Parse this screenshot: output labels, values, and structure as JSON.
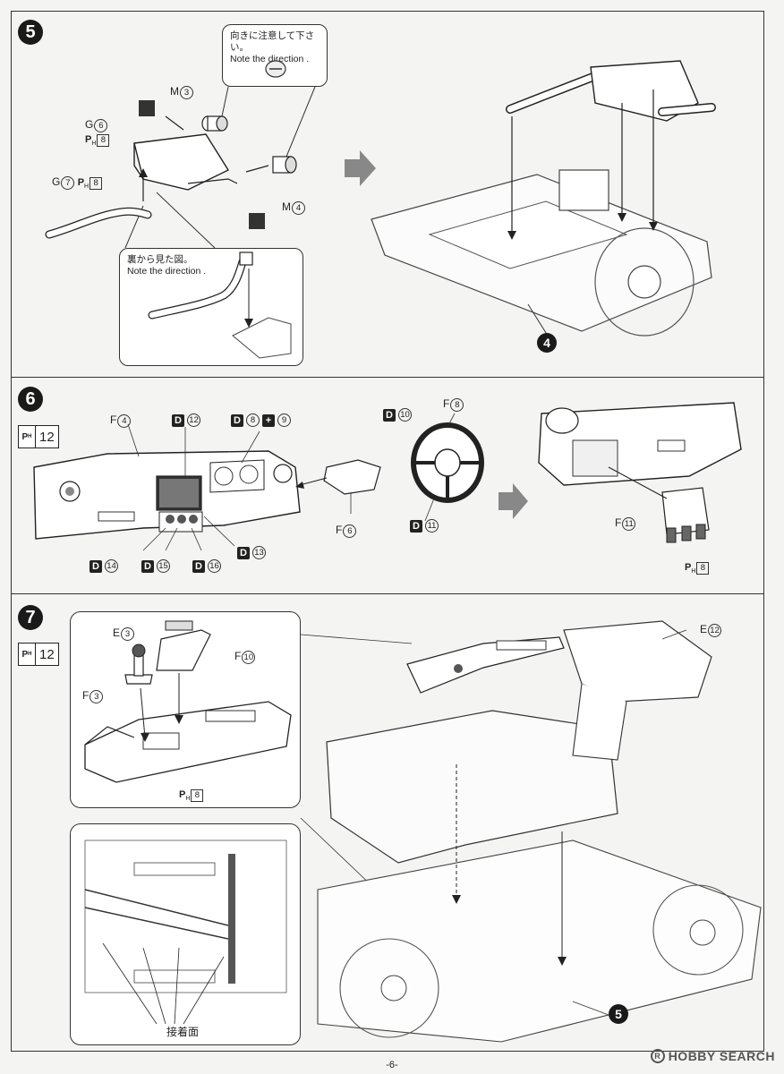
{
  "step5": {
    "number": "5",
    "callout_top": {
      "jp": "向きに注意して下さい。",
      "en": "Note the direction ."
    },
    "callout_bottom": {
      "jp": "裏から見た図。",
      "en": "Note the direction ."
    },
    "labels": {
      "m3": {
        "letter": "M",
        "num": "3"
      },
      "g6": {
        "letter": "G",
        "num": "6"
      },
      "ph8_a": "8",
      "g7": {
        "letter": "G",
        "num": "7"
      },
      "ph8_b": "8",
      "m4": {
        "letter": "M",
        "num": "4"
      }
    },
    "ref_marker": "4"
  },
  "step6": {
    "number": "6",
    "paint": "12",
    "labels": {
      "f4": {
        "letter": "F",
        "num": "4"
      },
      "d12": {
        "letter": "D",
        "num": "12"
      },
      "d8": {
        "letter": "D",
        "num": "8"
      },
      "d9": "9",
      "d10": {
        "letter": "D",
        "num": "10"
      },
      "f8": {
        "letter": "F",
        "num": "8"
      },
      "f6": {
        "letter": "F",
        "num": "6"
      },
      "d11": {
        "letter": "D",
        "num": "11"
      },
      "d13": {
        "letter": "D",
        "num": "13"
      },
      "d14": {
        "letter": "D",
        "num": "14"
      },
      "d15": {
        "letter": "D",
        "num": "15"
      },
      "d16": {
        "letter": "D",
        "num": "16"
      },
      "f11": {
        "letter": "F",
        "num": "11"
      },
      "ph8": "8"
    }
  },
  "step7": {
    "number": "7",
    "paint": "12",
    "labels": {
      "e3": {
        "letter": "E",
        "num": "3"
      },
      "f10": {
        "letter": "F",
        "num": "10"
      },
      "f3": {
        "letter": "F",
        "num": "3"
      },
      "ph8": "8",
      "e12": {
        "letter": "E",
        "num": "12"
      }
    },
    "glue_label": "接着面",
    "ref_marker": "5"
  },
  "footer": {
    "page_number": "-6-",
    "watermark": "HOBBY SEARCH"
  }
}
